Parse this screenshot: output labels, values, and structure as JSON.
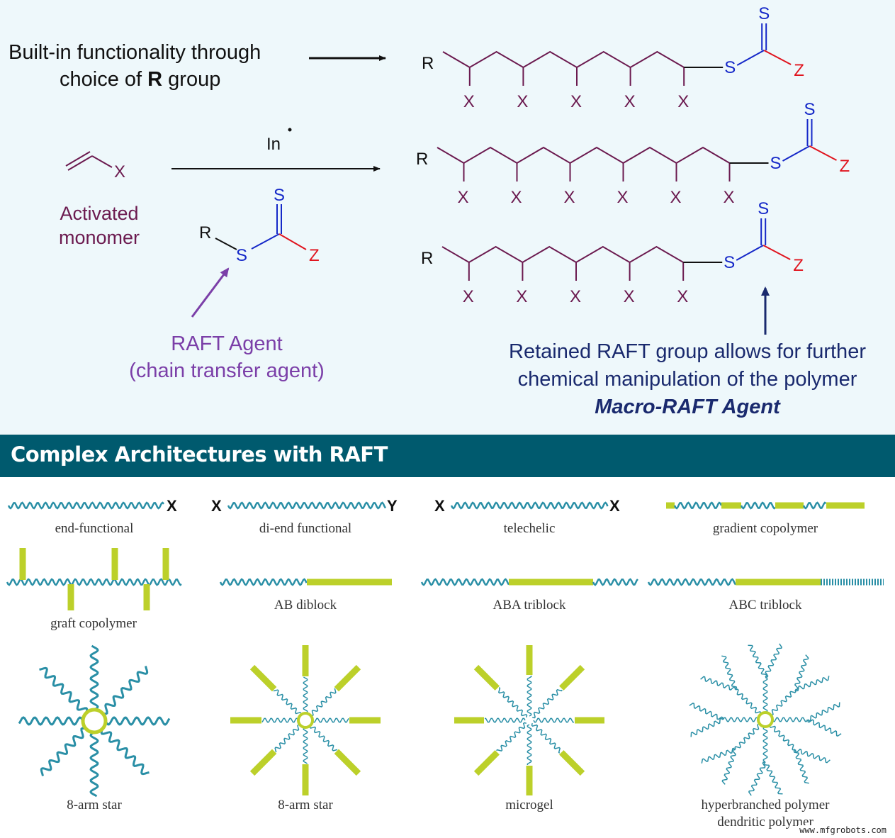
{
  "top": {
    "r_group_note": [
      "Built-in functionality through",
      "choice of",
      "R",
      "group"
    ],
    "monomer_label": [
      "Activated",
      "monomer"
    ],
    "initiator": "In",
    "raft_agent_label": [
      "RAFT Agent",
      "(chain transfer agent)"
    ],
    "retained_note": [
      "Retained RAFT group allows for further",
      "chemical manipulation of the polymer"
    ],
    "macro_raft": "Macro-RAFT Agent",
    "atoms": {
      "R": "R",
      "S": "S",
      "Z": "Z",
      "X": "X"
    }
  },
  "banner": {
    "title": "Complex Architectures with RAFT"
  },
  "architectures": {
    "row1": [
      "end-functional",
      "di-end functional",
      "telechelic",
      "gradient copolymer"
    ],
    "row2": [
      "graft copolymer",
      "AB diblock",
      "ABA triblock",
      "ABC triblock"
    ],
    "row3": [
      "8-arm star",
      "8-arm star",
      "microgel",
      "hyperbranched polymer",
      "dendritic polymer"
    ],
    "end_labels": {
      "X": "X",
      "Y": "Y"
    }
  },
  "watermark": "www.mfgrobots.com",
  "colors": {
    "background_top": "#eef8fb",
    "banner": "#005a6e",
    "chain": "#6b1a4f",
    "sulfur": "#1528c8",
    "z_group": "#e0141e",
    "raft_label": "#7b3fa8",
    "macro_label": "#1a2a6e",
    "wavy": "#2a8fa6",
    "block": "#bcd02a"
  }
}
